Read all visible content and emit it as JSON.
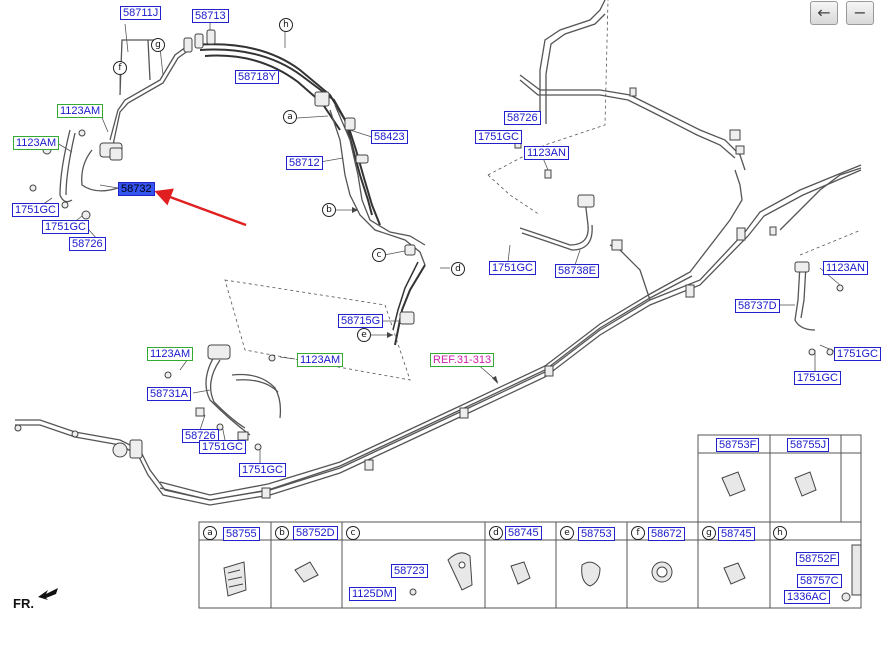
{
  "nav": {
    "back_glyph": "←",
    "minimize_glyph": "−"
  },
  "callouts": {
    "a": "a",
    "b": "b",
    "c": "c",
    "d": "d",
    "e": "e",
    "f": "f",
    "g": "g",
    "h": "h"
  },
  "labels": {
    "p58711J": "58711J",
    "p58713": "58713",
    "p58718Y": "58718Y",
    "p58423": "58423",
    "p58712": "58712",
    "p58715G": "58715G",
    "p1123AM_a": "1123AM",
    "p1123AM_b": "1123AM",
    "p1751GC_a": "1751GC",
    "p1751GC_b": "1751GC",
    "p58726_a": "58726",
    "p58732": "58732",
    "p58726_b": "58726",
    "p1751GC_c": "1751GC",
    "p1123AN_a": "1123AN",
    "p1751GC_d": "1751GC",
    "p58738E": "58738E",
    "p1123AM_c": "1123AM",
    "p1123AM_d": "1123AM",
    "p58731A": "58731A",
    "p58726_c": "58726",
    "p1751GC_e": "1751GC",
    "p1751GC_f": "1751GC",
    "pREF": "REF.31-313",
    "p58737D": "58737D",
    "p1123AN_b": "1123AN",
    "p1751GC_g": "1751GC",
    "p1751GC_h": "1751GC",
    "p58723": "58723",
    "p1125DM": "1125DM",
    "p58752F": "58752F",
    "p58757C": "58757C",
    "p1336AC": "1336AC"
  },
  "legend_table": {
    "cells": [
      {
        "letter": "a",
        "part": "58755"
      },
      {
        "letter": "b",
        "part": "58752D"
      },
      {
        "letter": "c",
        "part": ""
      },
      {
        "letter": "d",
        "part": "58745"
      },
      {
        "letter": "e",
        "part": "58753"
      },
      {
        "letter": "f",
        "part": "58672"
      },
      {
        "letter": "g",
        "part": "58745"
      },
      {
        "letter": "h",
        "part": ""
      }
    ],
    "top_cells": [
      "58753F",
      "58755J"
    ]
  },
  "direction": {
    "label": "FR."
  },
  "colors": {
    "line": "#555555",
    "label_blue": "#1a1acc",
    "label_green_border": "#33aa33",
    "ref_magenta": "#cc22aa",
    "arrow_red": "#e02020",
    "highlight": "#3355ee"
  }
}
